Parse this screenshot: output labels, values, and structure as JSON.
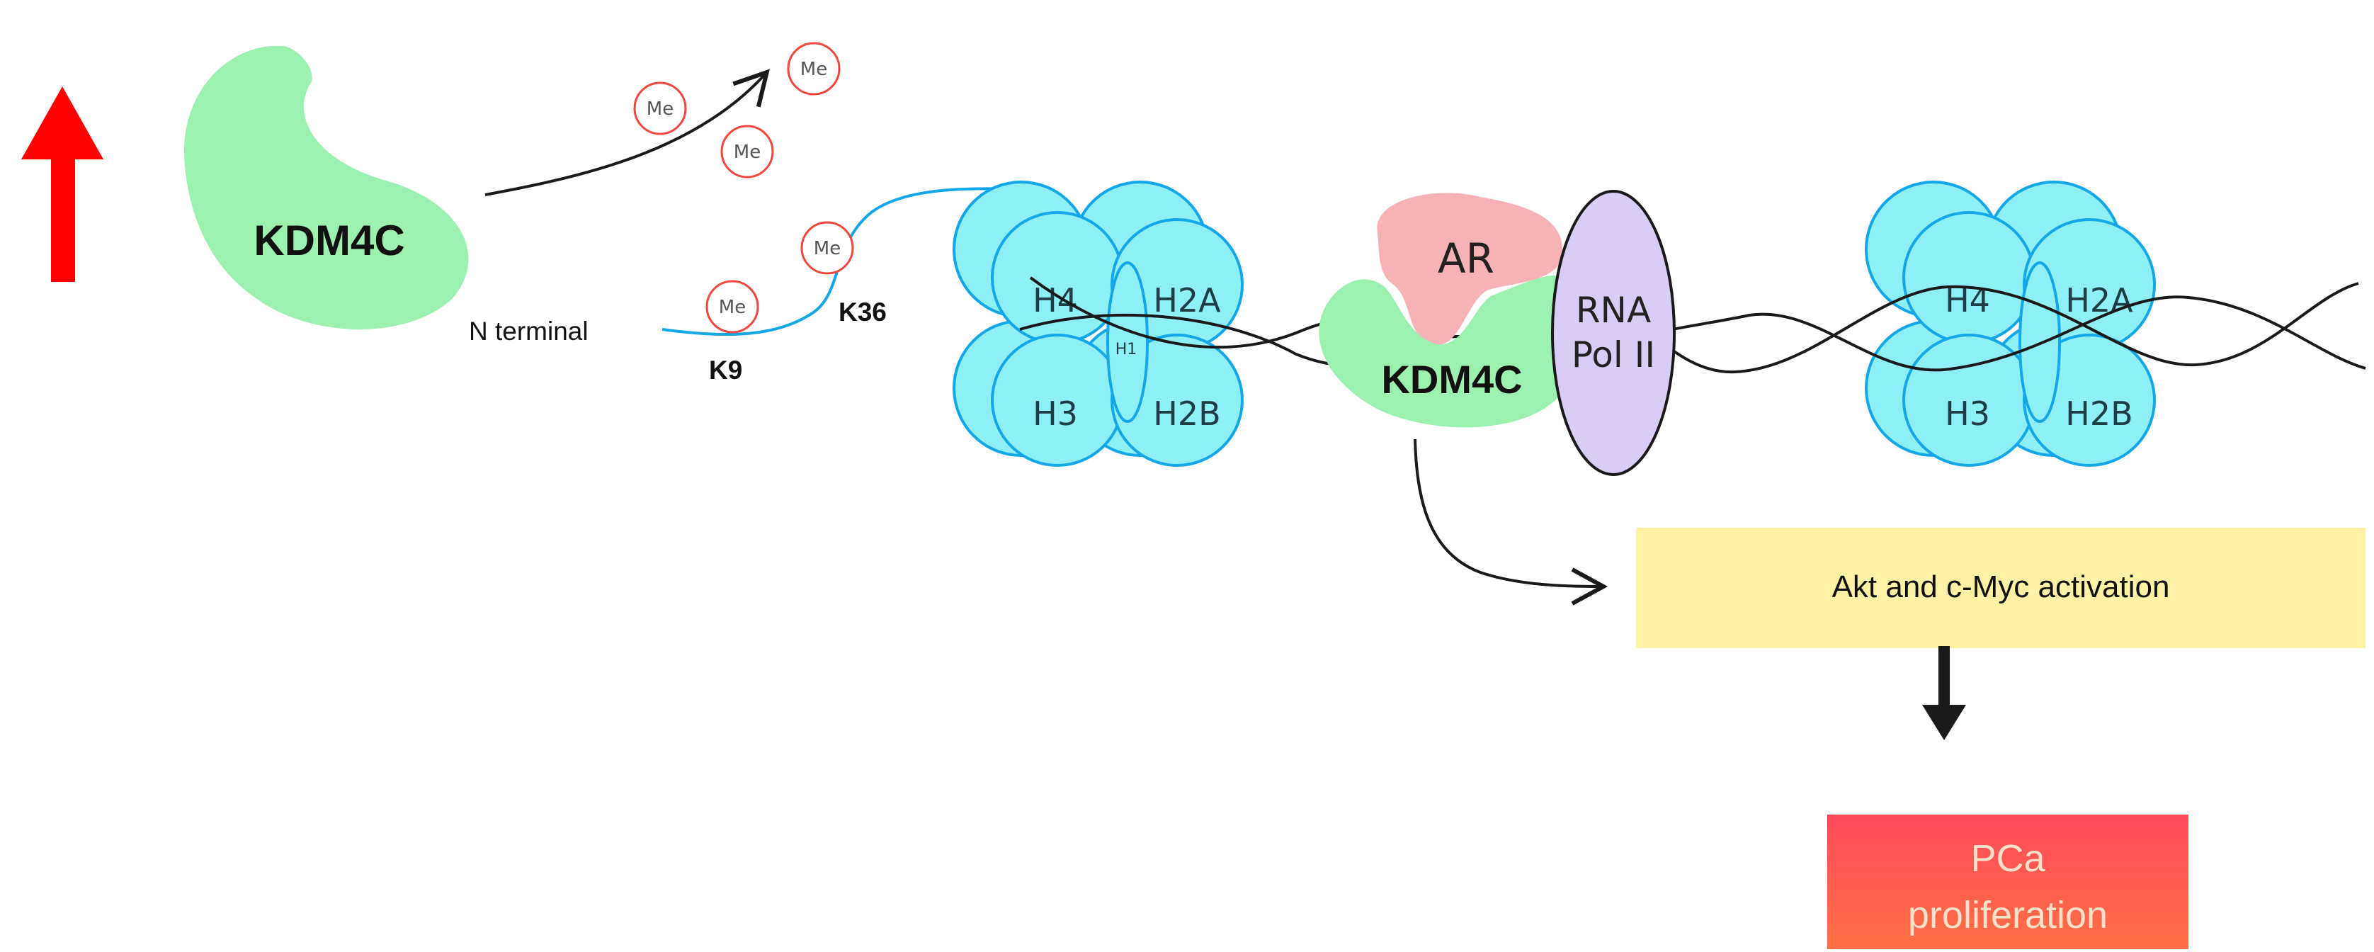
{
  "colors": {
    "up_arrow": "#ff0000",
    "kdm4c_fill": "#9cf0b0",
    "ar_fill": "#f7b2b8",
    "pol2_fill": "#d9ccf5",
    "pol2_stroke": "#1a1a1a",
    "histone_fill": "#8ef0f4",
    "histone_stroke": "#14a7e8",
    "tail_stroke": "#14a7e8",
    "me_stroke": "#f0473f",
    "dna_stroke": "#1a1a1a",
    "akt_box": "#fdf1a6",
    "pca_box_top": "#ff4a5a",
    "pca_box_bottom": "#ff6f45",
    "pca_text": "#f9e0c8"
  },
  "labels": {
    "kdm4c_free": "KDM4C",
    "kdm4c_bound": "KDM4C",
    "ar": "AR",
    "rna_pol_line1": "RNA",
    "rna_pol_line2": "Pol II",
    "n_terminal": "N terminal",
    "k9": "K9",
    "k36": "K36",
    "me": "Me",
    "akt": "Akt and c-Myc activation",
    "pca_line1": "PCa",
    "pca_line2": "proliferation"
  },
  "nucleosomes": [
    {
      "h4": "H4",
      "h2a": "H2A",
      "h3": "H3",
      "h2b": "H2B",
      "h1": "H1"
    },
    {
      "h4": "H4",
      "h2a": "H2A",
      "h3": "H3",
      "h2b": "H2B",
      "h1": ""
    }
  ]
}
